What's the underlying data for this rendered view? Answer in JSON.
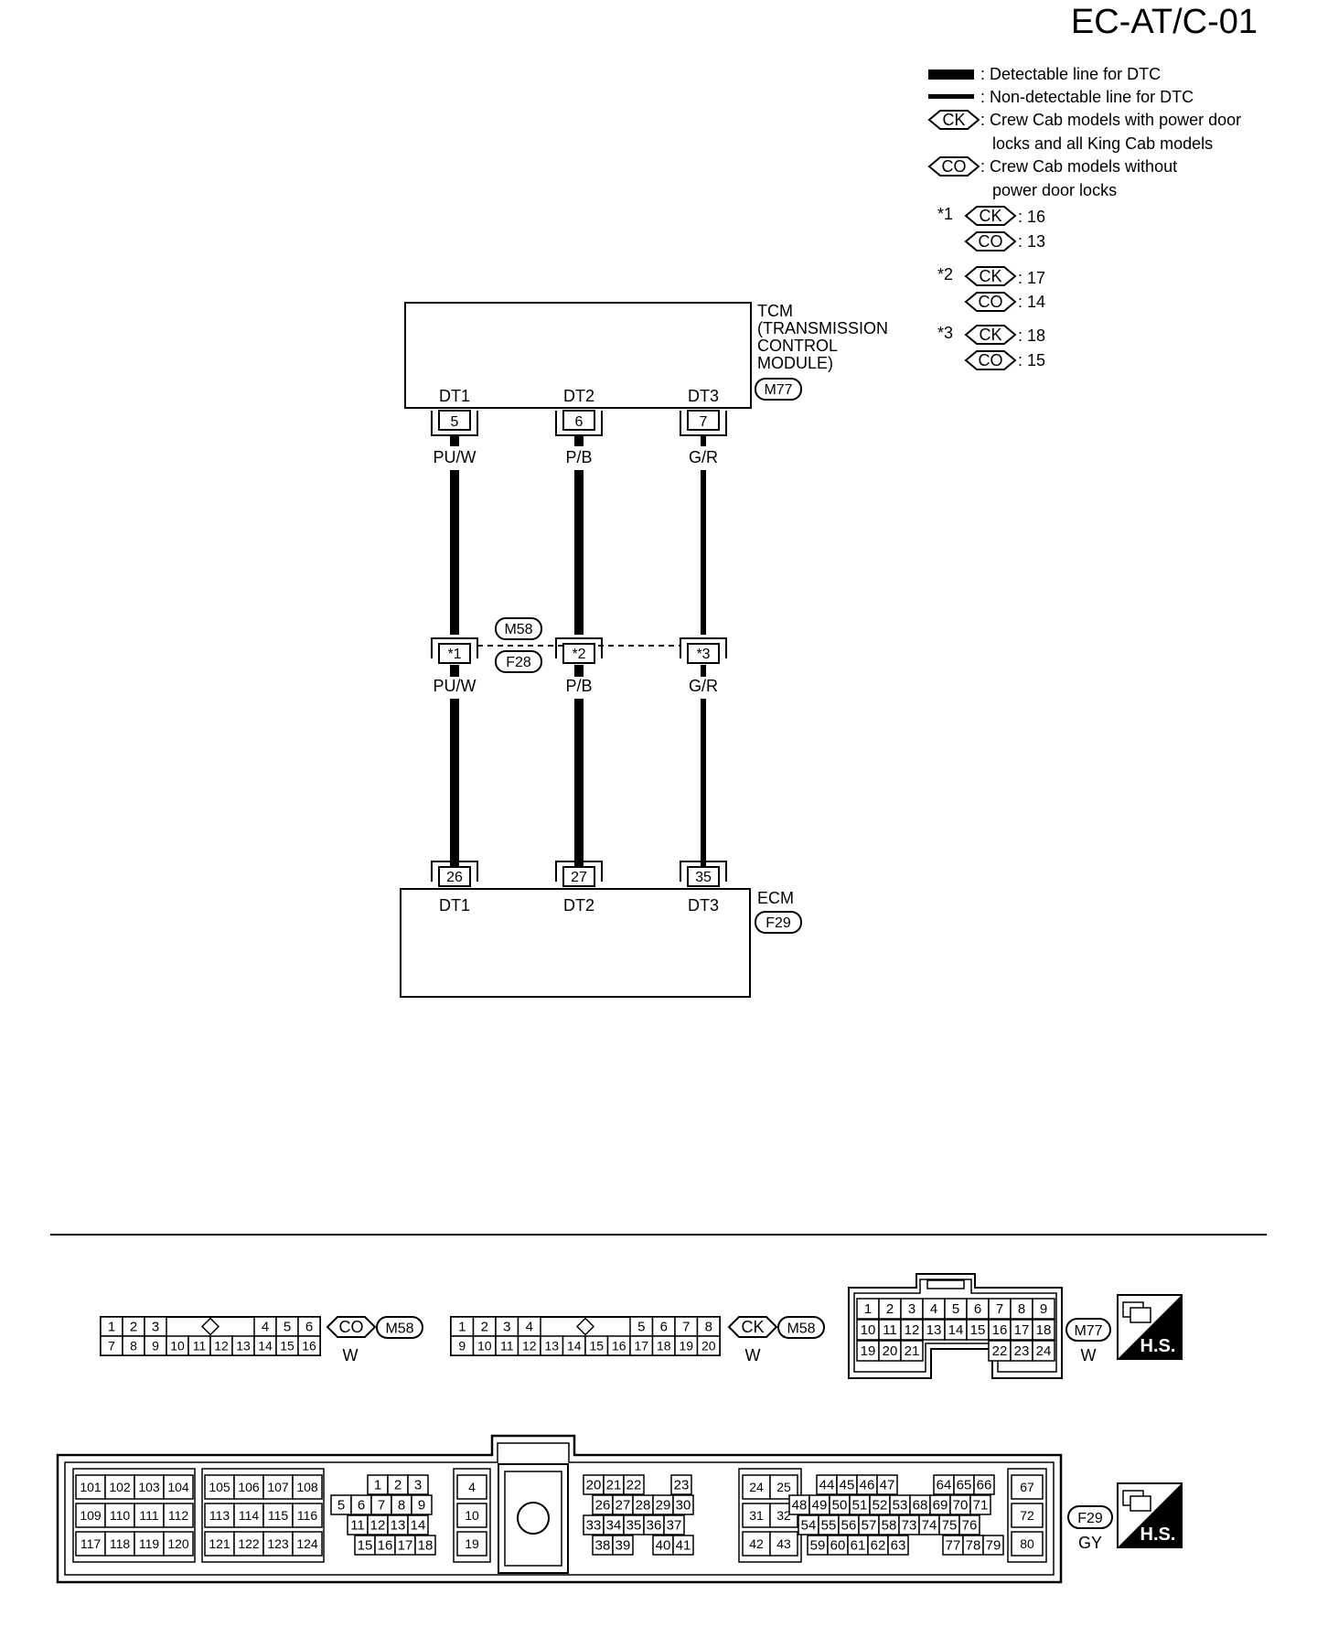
{
  "title": "EC-AT/C-01",
  "legend": {
    "detectable": ": Detectable line for DTC",
    "non_detectable": ": Non-detectable line for DTC",
    "ck_code": "CK",
    "ck_desc_1": ": Crew Cab models with power door",
    "ck_desc_2": "locks and all King Cab models",
    "co_code": "CO",
    "co_desc_1": ": Crew Cab models without",
    "co_desc_2": "power door locks",
    "notes": [
      {
        "mark": "*1",
        "ck": ": 16",
        "co": ": 13"
      },
      {
        "mark": "*2",
        "ck": ": 17",
        "co": ": 14"
      },
      {
        "mark": "*3",
        "ck": ": 18",
        "co": ": 15"
      }
    ]
  },
  "tcm": {
    "label_lines": [
      "TCM",
      "(TRANSMISSION",
      "CONTROL",
      "MODULE)"
    ],
    "connector": "M77",
    "pins": [
      {
        "name": "DT1",
        "num": "5",
        "wire": "PU/W"
      },
      {
        "name": "DT2",
        "num": "6",
        "wire": "P/B"
      },
      {
        "name": "DT3",
        "num": "7",
        "wire": "G/R"
      }
    ]
  },
  "joint": {
    "connector_top": "M58",
    "connector_bottom": "F28",
    "pins": [
      {
        "num": "*1",
        "wire": "PU/W"
      },
      {
        "num": "*2",
        "wire": "P/B"
      },
      {
        "num": "*3",
        "wire": "G/R"
      }
    ]
  },
  "ecm": {
    "label": "ECM",
    "connector": "F29",
    "pins": [
      {
        "name": "DT1",
        "num": "26"
      },
      {
        "name": "DT2",
        "num": "27"
      },
      {
        "name": "DT3",
        "num": "35"
      }
    ]
  },
  "connectors": {
    "m58_co": {
      "code": "CO",
      "id": "M58",
      "color": "W",
      "row1_left": [
        "1",
        "2",
        "3"
      ],
      "row1_right": [
        "4",
        "5",
        "6"
      ],
      "row2": [
        "7",
        "8",
        "9",
        "10",
        "11",
        "12",
        "13",
        "14",
        "15",
        "16"
      ]
    },
    "m58_ck": {
      "code": "CK",
      "id": "M58",
      "color": "W",
      "row1_left": [
        "1",
        "2",
        "3",
        "4"
      ],
      "row1_right": [
        "5",
        "6",
        "7",
        "8"
      ],
      "row2": [
        "9",
        "10",
        "11",
        "12",
        "13",
        "14",
        "15",
        "16",
        "17",
        "18",
        "19",
        "20"
      ]
    },
    "m77": {
      "id": "M77",
      "color": "W",
      "hs": "H.S.",
      "row1": [
        "1",
        "2",
        "3",
        "4",
        "5",
        "6",
        "7",
        "8",
        "9"
      ],
      "row2": [
        "10",
        "11",
        "12",
        "13",
        "14",
        "15",
        "16",
        "17",
        "18"
      ],
      "row3_left": [
        "19",
        "20",
        "21"
      ],
      "row3_right": [
        "22",
        "23",
        "24"
      ]
    },
    "f29": {
      "id": "F29",
      "color": "GY",
      "hs": "H.S.",
      "block_a": [
        [
          "101",
          "102",
          "103",
          "104"
        ],
        [
          "109",
          "110",
          "111",
          "112"
        ],
        [
          "117",
          "118",
          "119",
          "120"
        ]
      ],
      "block_b": [
        [
          "105",
          "106",
          "107",
          "108"
        ],
        [
          "113",
          "114",
          "115",
          "116"
        ],
        [
          "121",
          "122",
          "123",
          "124"
        ]
      ],
      "block_c": [
        [
          "1",
          "2",
          "3"
        ],
        [
          "5",
          "6",
          "7",
          "8",
          "9"
        ],
        [
          "11",
          "12",
          "13",
          "14"
        ],
        [
          "15",
          "16",
          "17",
          "18"
        ]
      ],
      "block_d": [
        "4",
        "10",
        "19"
      ],
      "block_e": [
        [
          "20",
          "21",
          "22",
          "23"
        ],
        [
          "26",
          "27",
          "28",
          "29",
          "30"
        ],
        [
          "33",
          "34",
          "35",
          "36",
          "37"
        ],
        [
          "38",
          "39",
          "40",
          "41"
        ]
      ],
      "block_f": [
        [
          "24",
          "25"
        ],
        [
          "31",
          "32"
        ],
        [
          "42",
          "43"
        ]
      ],
      "block_g": [
        [
          "44",
          "45",
          "46",
          "47",
          "64",
          "65",
          "66"
        ],
        [
          "48",
          "49",
          "50",
          "51",
          "52",
          "53",
          "68",
          "69",
          "70",
          "71"
        ],
        [
          "54",
          "55",
          "56",
          "57",
          "58",
          "73",
          "74",
          "75",
          "76"
        ],
        [
          "59",
          "60",
          "61",
          "62",
          "63",
          "77",
          "78",
          "79"
        ]
      ],
      "block_h": [
        "67",
        "72",
        "80"
      ]
    }
  }
}
